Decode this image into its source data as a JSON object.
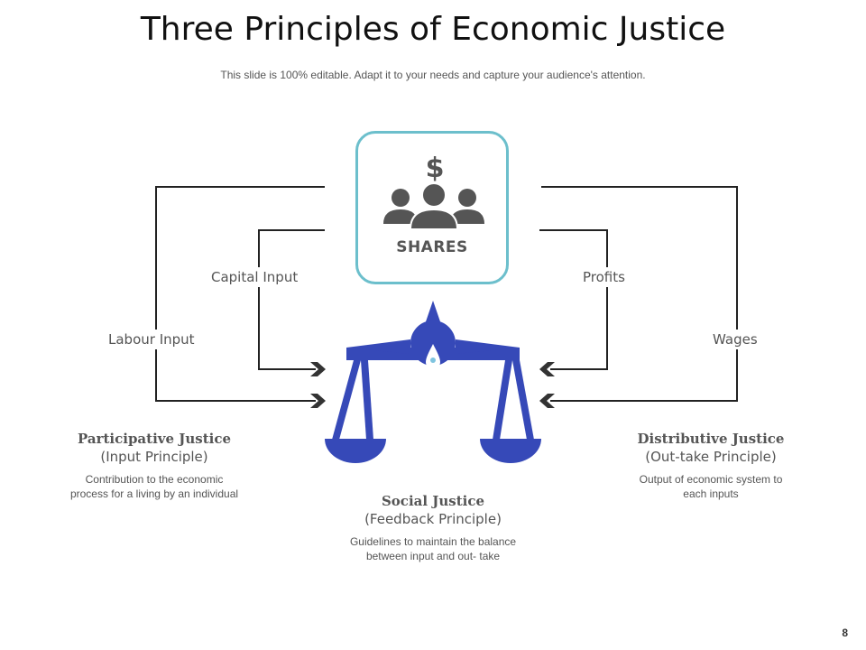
{
  "slide": {
    "title": "Three Principles of Economic Justice",
    "subtitle": "This slide is 100% editable. Adapt it to your needs and capture your audience's attention.",
    "page_number": "8"
  },
  "center": {
    "label": "SHARES",
    "icon": "people-dollar-icon",
    "border_color": "#6cbfcc"
  },
  "flows": {
    "labour_input": "Labour Input",
    "capital_input": "Capital Input",
    "profits": "Profits",
    "wages": "Wages"
  },
  "scale": {
    "icon": "balance-scale-icon",
    "color": "#3649b8",
    "drop_color": "#7fc4df"
  },
  "principles": {
    "participative": {
      "name": "Participative  Justice",
      "sub": "(Input Principle)",
      "desc": "Contribution to the economic\nprocess for a living by an individual"
    },
    "distributive": {
      "name": "Distributive  Justice",
      "sub": "(Out-take Principle)",
      "desc": "Output of economic system to\neach inputs"
    },
    "social": {
      "name": "Social  Justice",
      "sub": "(Feedback Principle)",
      "desc": "Guidelines to maintain  the balance\nbetween input and out- take"
    }
  },
  "colors": {
    "connector": "#222222",
    "icon_gray": "#555555"
  }
}
